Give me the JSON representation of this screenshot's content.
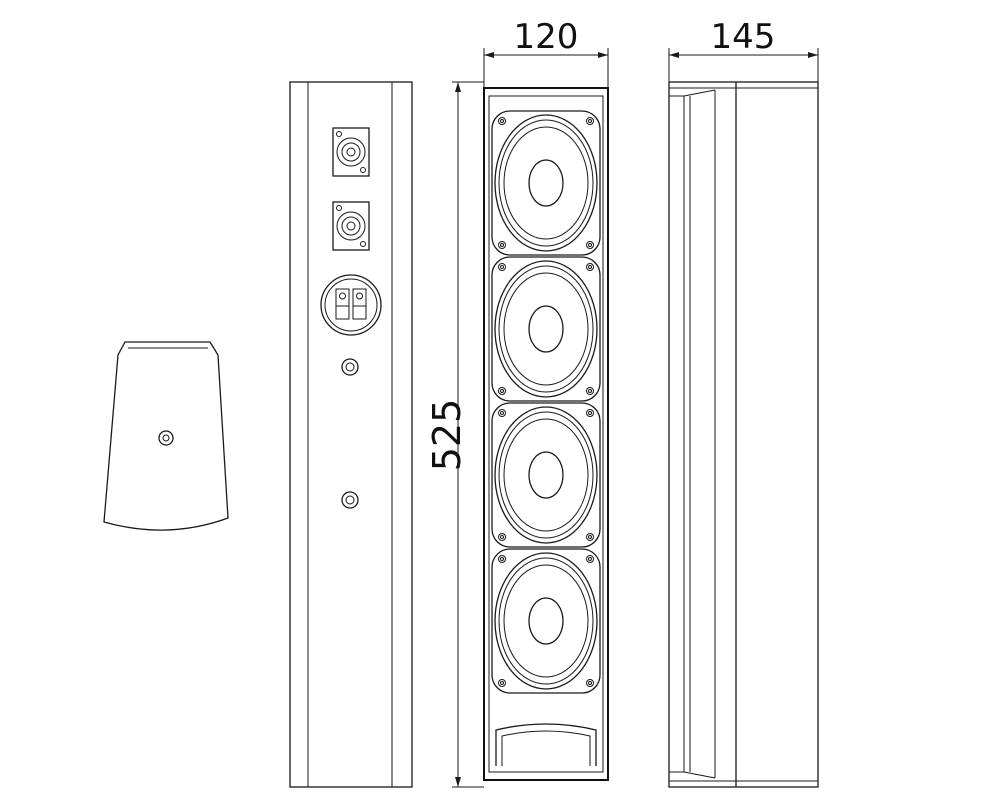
{
  "dimensions": {
    "front_width": "120",
    "side_depth": "145",
    "height": "525"
  },
  "driver_count": 4,
  "line_color": "#1a1a1a",
  "background_color": "#ffffff"
}
